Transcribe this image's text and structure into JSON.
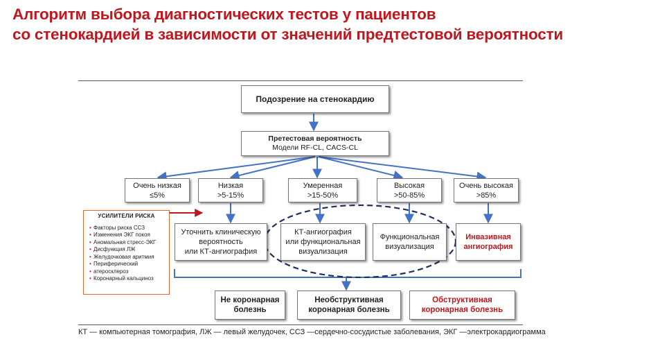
{
  "title": {
    "line1": "Алгоритм выбора диагностических тестов у пациентов",
    "line2": "со стенокардией в зависимости от значений предтестовой вероятности"
  },
  "nodes": {
    "suspicion": "Подозрение на стенокардию",
    "pretest_title": "Претестовая вероятность",
    "pretest_models": "Модели RF-CL, CACS-CL",
    "very_low": {
      "label": "Очень низкая",
      "range": "≤5%"
    },
    "low": {
      "label": "Низкая",
      "range": ">5-15%"
    },
    "moderate": {
      "label": "Умеренная",
      "range": ">15-50%"
    },
    "high": {
      "label": "Высокая",
      "range": ">50-85%"
    },
    "very_high": {
      "label": "Очень высокая",
      "range": ">85%"
    },
    "clarify": {
      "l1": "Уточнить клиническую",
      "l2": "вероятность",
      "l3": "или КТ-ангиография"
    },
    "ct_or_func": {
      "l1": "КТ-ангиография",
      "l2": "или функциональная",
      "l3": "визуализация"
    },
    "functional": {
      "l1": "Функциональная",
      "l2": "визуализация"
    },
    "invasive": {
      "l1": "Инвазивная",
      "l2": "ангиография"
    },
    "non_coronary": {
      "l1": "Не коронарная",
      "l2": "болезнь"
    },
    "nonobstructive": {
      "l1": "Необструктивная",
      "l2": "коронарная болезнь"
    },
    "obstructive": {
      "l1": "Обструктивная",
      "l2": "коронарная болезнь"
    }
  },
  "risk_enhancers": {
    "title": "УСИЛИТЕЛИ РИСКА",
    "items": [
      "Факторы риска ССЗ",
      "Изменения ЭКГ покоя",
      "Аномальная стресс-ЭКГ",
      "Дисфункция ЛЖ",
      "Желудочковая аритмия",
      "Периферический",
      "атеросклероз",
      "Коронарный кальциноз"
    ]
  },
  "footnote": "КТ — компьютерная томография, ЛЖ — левый желудочек, ССЗ —сердечно-сосудистые заболевания, ЭКГ —электрокардиограмма",
  "colors": {
    "title_red": "#c0161d",
    "arrow_blue": "#4472c4",
    "risk_border": "#e2652d",
    "dashed": "#1f2f5e"
  }
}
